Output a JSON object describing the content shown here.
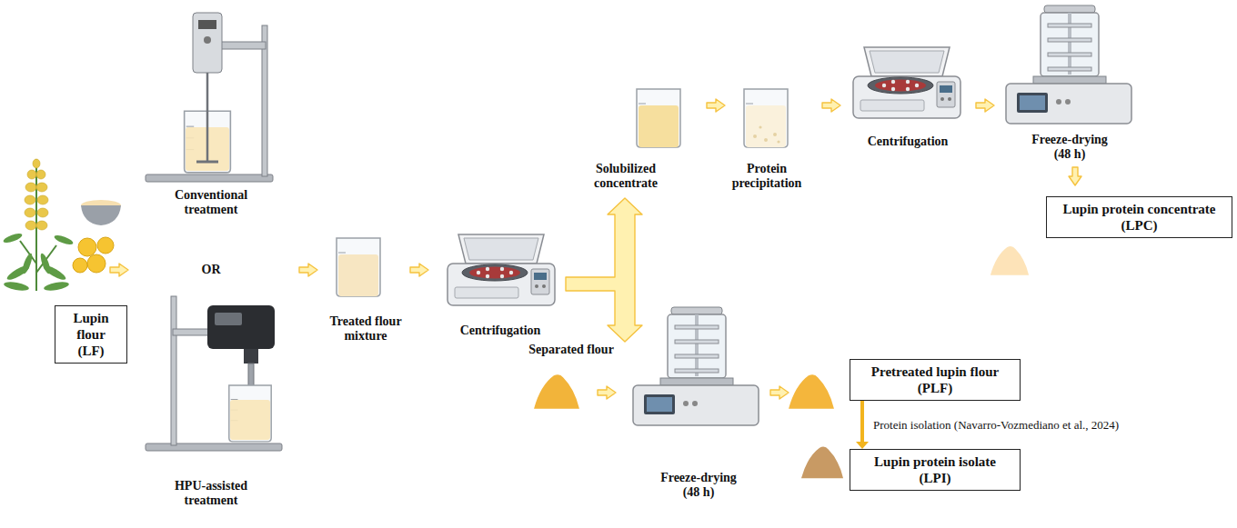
{
  "diagram": {
    "nodes": [
      {
        "text": [
          "Lupin flour (LF)"
        ]
      },
      {
        "text": [
          "Lupin protein concentrate (LPC)"
        ]
      },
      {
        "text": [
          "Pretreated lupin flour (PLF)"
        ]
      },
      {
        "text": [
          "Lupin protein isolate (LPI)"
        ]
      }
    ],
    "edges": [
      {
        "from": 2,
        "to": 3,
        "arrow": "to",
        "label": "Protein isolation (Navarro-Vozmediano et al., 2024)"
      }
    ],
    "labels": [
      "Conventional treatment",
      "OR",
      "HPU-assisted treatment",
      "Treated flour mixture",
      "Centrifugation",
      "Solubilized concentrate",
      "Protein precipitation",
      "Centrifugation",
      "Freeze-drying (48 h)",
      "Separated flour",
      "Freeze-drying (48 h)"
    ]
  }
}
